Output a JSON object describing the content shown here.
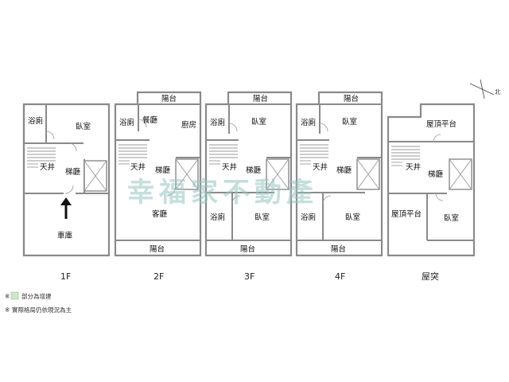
{
  "north": {
    "label": "北"
  },
  "watermark": "幸福家不動產",
  "floors": {
    "f1": {
      "title": "1F",
      "rooms": {
        "bath": "浴廁",
        "bedroom": "臥室",
        "atrium": "天井",
        "stair": "梯廳",
        "garage": "車庫"
      }
    },
    "f2": {
      "title": "2F",
      "rooms": {
        "balcony_top": "陽台",
        "bath": "浴廁",
        "dining": "餐廳",
        "kitchen": "廚房",
        "atrium": "天井",
        "stair": "梯廳",
        "living": "客廳",
        "balcony_bottom": "陽台"
      }
    },
    "f3": {
      "title": "3F",
      "rooms": {
        "balcony_top": "陽台",
        "bath_top": "浴廁",
        "bedroom_top": "臥室",
        "atrium": "天井",
        "stair": "梯廳",
        "bath_bottom": "浴廁",
        "bedroom_bottom": "臥室",
        "balcony_bottom": "陽台"
      }
    },
    "f4": {
      "title": "4F",
      "rooms": {
        "balcony_top": "陽台",
        "bath_top": "浴廁",
        "bedroom_top": "臥室",
        "atrium": "天井",
        "stair": "梯廳",
        "bath_bottom": "浴廁",
        "bedroom_bottom": "臥室",
        "balcony_bottom": "陽台"
      }
    },
    "roof": {
      "title": "屋突",
      "rooms": {
        "terrace_top": "屋頂平台",
        "atrium": "天井",
        "stair": "梯廳",
        "terrace_bottom": "屋頂平台",
        "bedroom": "臥室"
      }
    }
  },
  "notes": {
    "legend_mark": "※",
    "legend_text": "部分為增建",
    "legend_color": "#cfe6c8",
    "disclaimer_mark": "※",
    "disclaimer_text": "實際格局仍依現況為主"
  }
}
